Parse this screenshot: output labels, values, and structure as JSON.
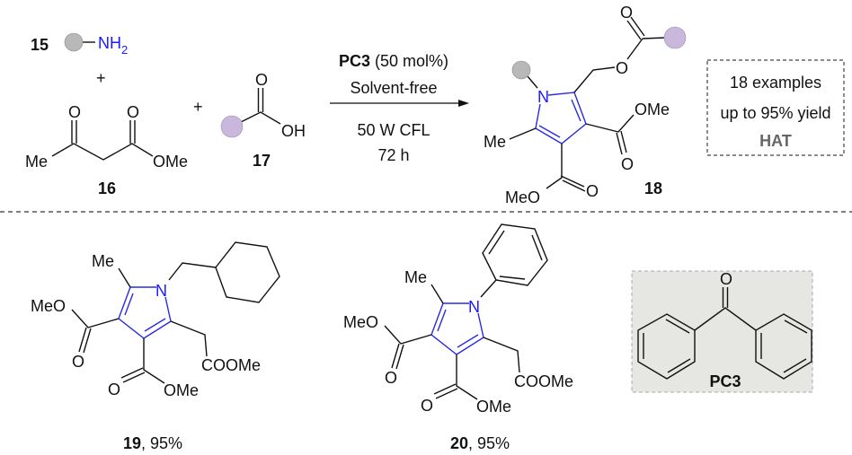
{
  "colors": {
    "nitrogen": "#1a1aff",
    "amine_ball": "#b8b8b8",
    "acid_ball": "#c9b8dc",
    "hat": "#666666",
    "pc3_box": "#e6e7e3"
  },
  "reactants": {
    "amine": {
      "number": "15",
      "group_main": "NH",
      "group_sub": "2"
    },
    "plus": "+",
    "ketoester": {
      "number": "16",
      "me": "Me",
      "ome": "OMe",
      "o1": "O",
      "o2": "O"
    },
    "acid": {
      "number": "17",
      "o": "O",
      "oh": "OH"
    }
  },
  "conditions": {
    "catalyst": "PC3",
    "loading": "(50 mol%)",
    "solvent": "Solvent-free",
    "light": "50 W CFL",
    "time": "72 h"
  },
  "product": {
    "number": "18",
    "n": "N",
    "me": "Me",
    "o_ester": "O",
    "o_carbonyl": "O",
    "ome": "OMe",
    "o3": "O",
    "meo": "MeO",
    "o4": "O"
  },
  "summary": {
    "examples": "18 examples",
    "yield": "up to 95% yield",
    "mechanism": "HAT"
  },
  "examples": [
    {
      "number": "19",
      "yield": ", 95%",
      "me": "Me",
      "n": "N",
      "meo": "MeO",
      "o1": "O",
      "o2": "O",
      "ome": "OMe",
      "coome": "COOMe"
    },
    {
      "number": "20",
      "yield": ", 95%",
      "me": "Me",
      "n": "N",
      "meo": "MeO",
      "o1": "O",
      "o2": "O",
      "ome": "OMe",
      "coome": "COOMe"
    }
  ],
  "catalyst_structure": {
    "label": "PC3",
    "o": "O"
  }
}
